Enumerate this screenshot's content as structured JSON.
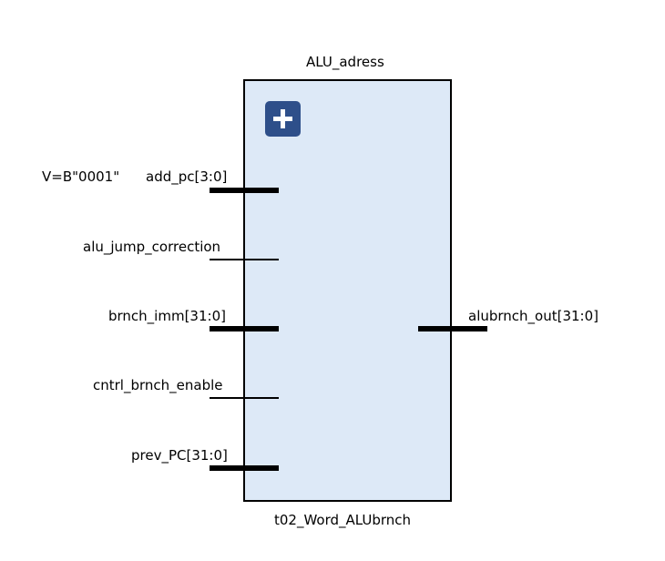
{
  "block": {
    "instance_name": "ALU_adress",
    "module_name": "t02_Word_ALUbrnch",
    "expand_icon": "plus-icon"
  },
  "constant": {
    "value": "V=B\"0001\""
  },
  "inputs": [
    {
      "name": "add_pc[3:0]",
      "type": "bus"
    },
    {
      "name": "alu_jump_correction",
      "type": "wire"
    },
    {
      "name": "brnch_imm[31:0]",
      "type": "bus"
    },
    {
      "name": "cntrl_brnch_enable",
      "type": "wire"
    },
    {
      "name": "prev_PC[31:0]",
      "type": "bus"
    }
  ],
  "outputs": [
    {
      "name": "alubrnch_out[31:0]",
      "type": "bus"
    }
  ],
  "colors": {
    "block_fill": "#dde9f7",
    "block_border": "#000000",
    "expand_button": "#2e4f8a"
  }
}
